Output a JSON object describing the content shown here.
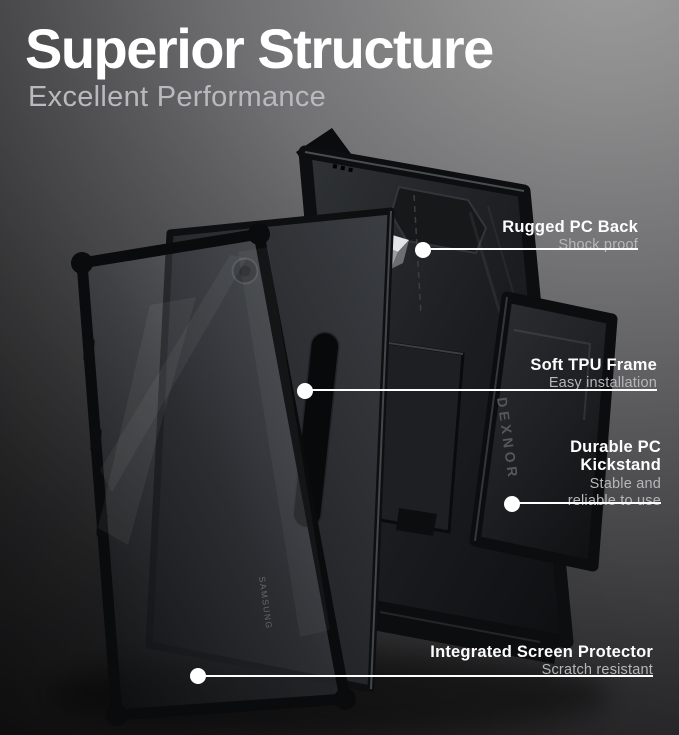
{
  "header": {
    "title": "Superior Structure",
    "subtitle": "Excellent Performance"
  },
  "callouts": {
    "rugged": {
      "title": "Rugged PC Back",
      "subtitle": "Shock proof"
    },
    "tpu": {
      "title": "Soft TPU Frame",
      "subtitle": "Easy installation"
    },
    "kickstand": {
      "title1": "Durable PC",
      "title2": "Kickstand",
      "subtitle1": "Stable and",
      "subtitle2": "reliable to use"
    },
    "screen": {
      "title": "Integrated Screen Protector",
      "subtitle": "Scratch resistant"
    }
  },
  "product": {
    "brand_vertical": "DEXNOR",
    "tablet_brand": "SAMSUNG"
  },
  "colors": {
    "title_text": "#ffffff",
    "subtitle_text": "#b9babd",
    "callout_title_text": "#fdfdfd",
    "callout_subtitle_text": "#b6b7ba",
    "leader_line": "#ffffff",
    "background_light": "#9e9e9e",
    "background_dark": "#151516",
    "case_black": "#141518"
  }
}
